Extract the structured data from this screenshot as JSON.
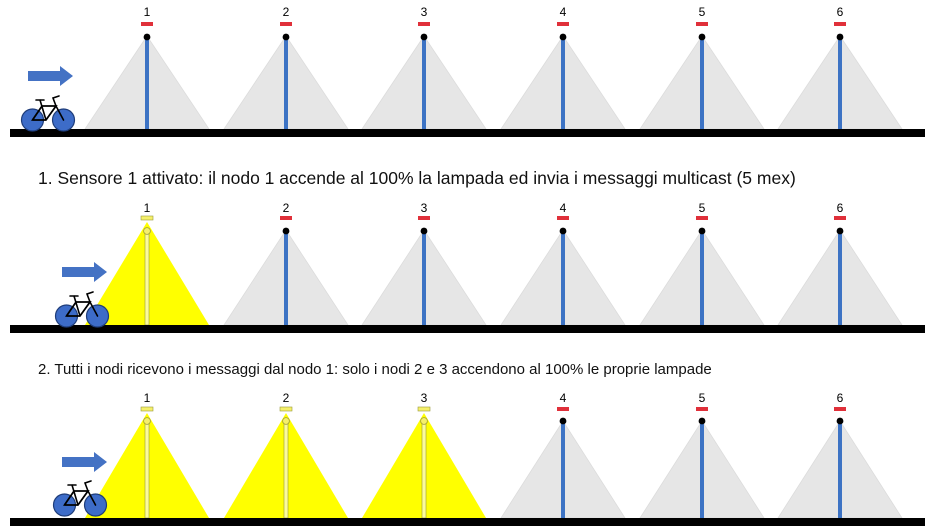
{
  "colors": {
    "beam_off": "#e6e6e6",
    "beam_on": "#ffff00",
    "pole_off": "#3d73c4",
    "pole_on": "#fbfb9a",
    "lamp_cap_off": "#e0303a",
    "lamp_cap_on": "#f5f06a",
    "ground": "#000000",
    "arrow": "#4472c4",
    "bike": "#3d6cc8"
  },
  "node_labels": [
    "1",
    "2",
    "3",
    "4",
    "5",
    "6"
  ],
  "panels": [
    {
      "name": "panel-initial",
      "lamps_on": [
        false,
        false,
        false,
        false,
        false,
        false
      ]
    },
    {
      "name": "panel-step-1",
      "lamps_on": [
        true,
        false,
        false,
        false,
        false,
        false
      ]
    },
    {
      "name": "panel-step-2",
      "lamps_on": [
        true,
        true,
        true,
        false,
        false,
        false
      ]
    }
  ],
  "captions": {
    "step1": "1. Sensore 1 attivato: il nodo 1 accende al 100% la lampada ed invia i messaggi multicast (5 mex)",
    "step2": "2. Tutti i nodi ricevono i messaggi dal nodo 1: solo i nodi 2 e 3 accendono al 100% le proprie lampade"
  }
}
